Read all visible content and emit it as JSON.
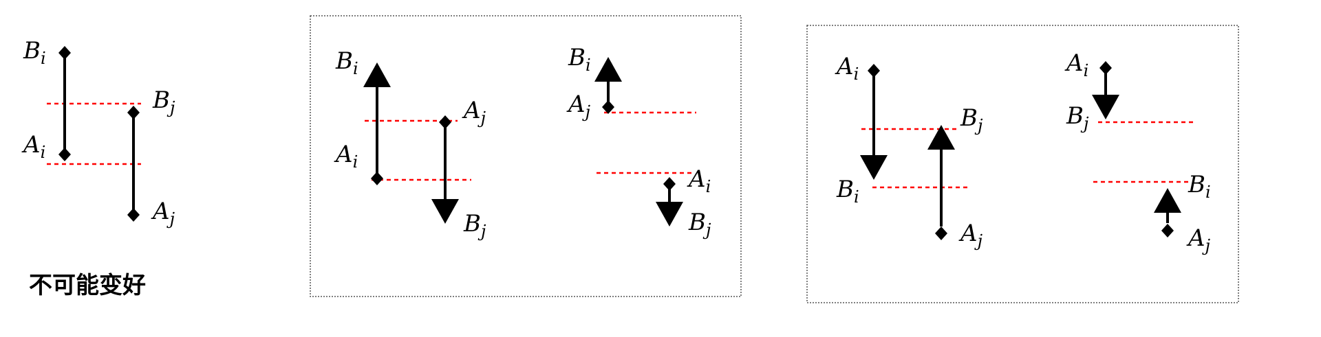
{
  "caption": "不可能变好",
  "labels": {
    "Bi": {
      "main": "B",
      "sub": "i"
    },
    "Bj": {
      "main": "B",
      "sub": "j"
    },
    "Ai": {
      "main": "A",
      "sub": "i"
    },
    "Aj": {
      "main": "A",
      "sub": "j"
    }
  },
  "colors": {
    "line": "#000000",
    "dashed": "#ff0000",
    "frame": "#555555"
  }
}
